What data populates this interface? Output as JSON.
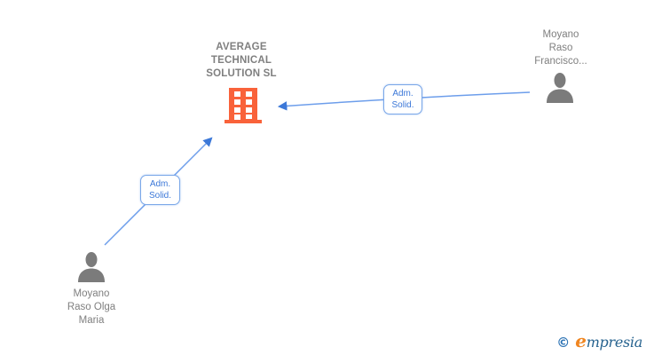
{
  "diagram": {
    "company": {
      "name_lines": [
        "AVERAGE",
        "TECHNICAL",
        "SOLUTION SL"
      ]
    },
    "persons": {
      "francisco": {
        "name_lines": [
          "Moyano",
          "Raso",
          "Francisco..."
        ]
      },
      "olga": {
        "name_lines": [
          "Moyano",
          "Raso Olga",
          "Maria"
        ]
      }
    },
    "edges": {
      "francisco_to_company": {
        "label_lines": [
          "Adm.",
          "Solid."
        ]
      },
      "olga_to_company": {
        "label_lines": [
          "Adm.",
          "Solid."
        ]
      }
    }
  },
  "footer": {
    "copyright_symbol": "©",
    "brand_initial": "e",
    "brand_rest": "mpresia"
  },
  "colors": {
    "label_text_gray": "#7f7f7f",
    "person_icon_gray": "#7b7b7b",
    "building_orange": "#f9623a",
    "edge_line_blue": "#6d9eeb",
    "edge_accent_blue": "#3c78d8",
    "edge_label_border_blue": "#7aa7e8",
    "logo_copyright_blue": "#2e74b5",
    "logo_initial_orange": "#f08621",
    "logo_text_blue": "#27638f"
  }
}
